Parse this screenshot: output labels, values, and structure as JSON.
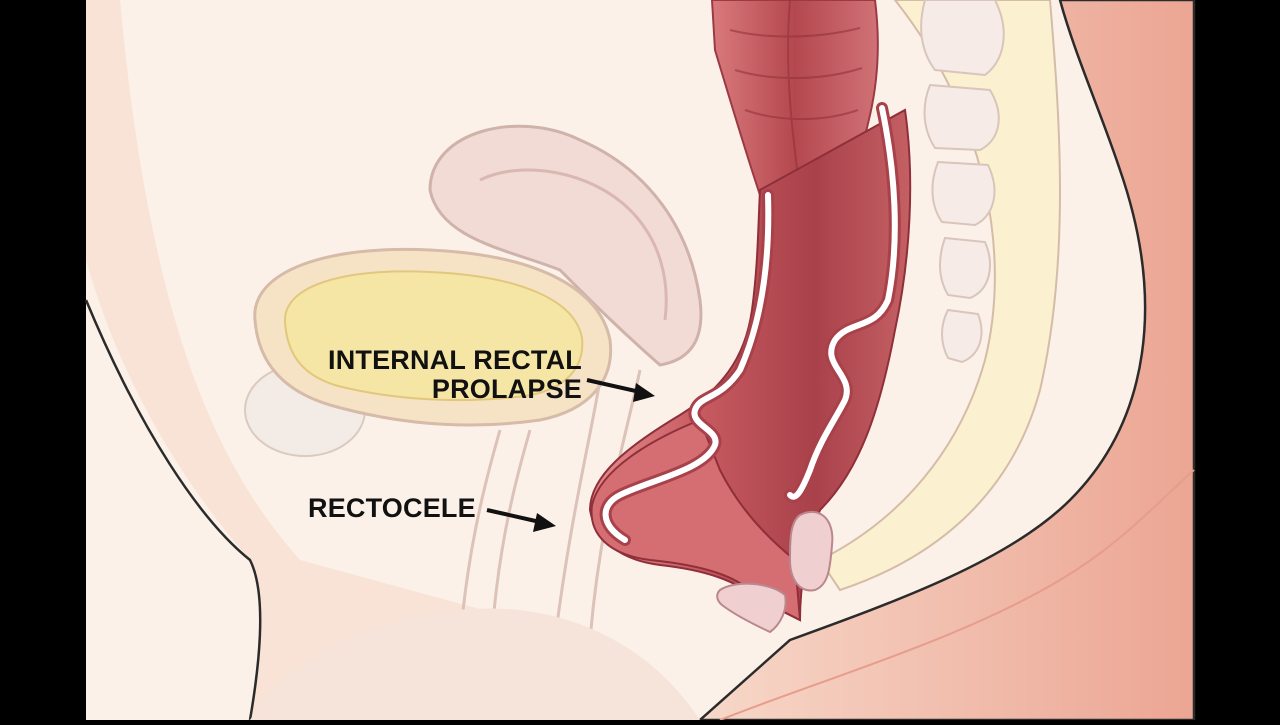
{
  "labels": {
    "prolapse_line1": "INTERNAL RECTAL",
    "prolapse_line2": "PROLAPSE",
    "rectocele": "RECTOCELE"
  },
  "colors": {
    "letterbox": "#000000",
    "background": "#fbf0e6",
    "skin": "#f1c3b4",
    "skin_edge": "#e9a296",
    "tissue_outline": "#c9b1a6",
    "bladder": "#f5e5a8",
    "rectum_dark": "#a9414a",
    "rectum_mid": "#cc6266",
    "rectum_light": "#e48d8c",
    "rectal_wall_stripe": "#ffffff",
    "bone": "#f6ece6",
    "sphincter": "#efcdd0",
    "label_text": "#111111"
  }
}
